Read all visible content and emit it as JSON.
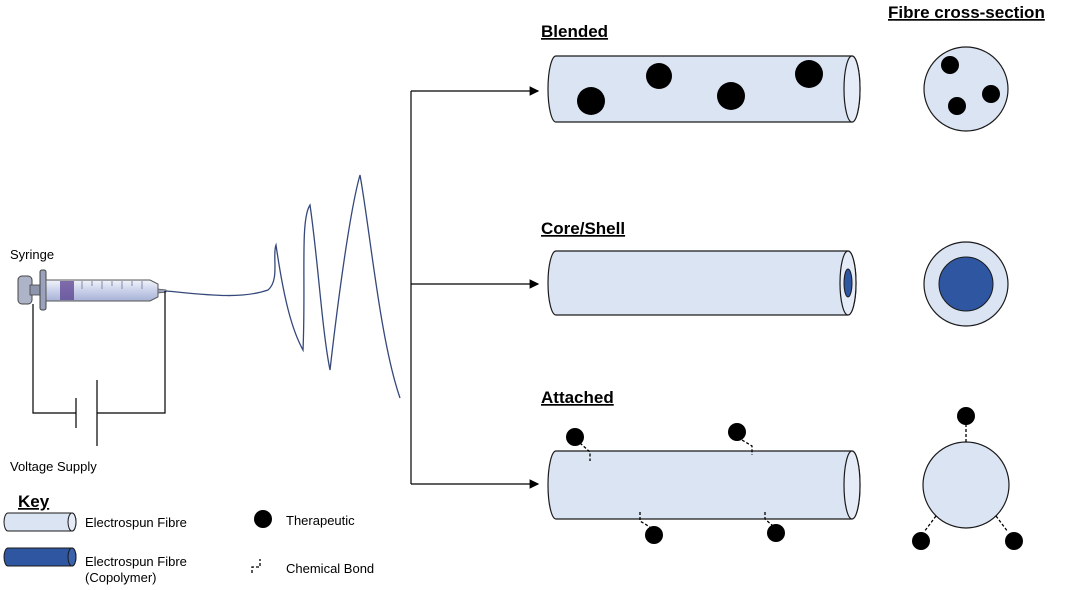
{
  "labels": {
    "syringe": "Syringe",
    "voltage_supply": "Voltage Supply"
  },
  "headings": {
    "blended": "Blended",
    "core_shell": "Core/Shell",
    "attached": "Attached",
    "cross_section": "Fibre cross-section"
  },
  "key": {
    "title": "Key",
    "electrospun_fibre": "Electrospun Fibre",
    "copolymer_line1": "Electrospun Fibre",
    "copolymer_line2": "(Copolymer)",
    "therapeutic": "Therapeutic",
    "chemical_bond": "Chemical Bond"
  },
  "colors": {
    "fibre_fill": "#dbe4f3",
    "copolymer_fill": "#2f56a0",
    "outline": "#1a1a1a",
    "therapeutic": "#000000",
    "jet": "#35487a"
  }
}
